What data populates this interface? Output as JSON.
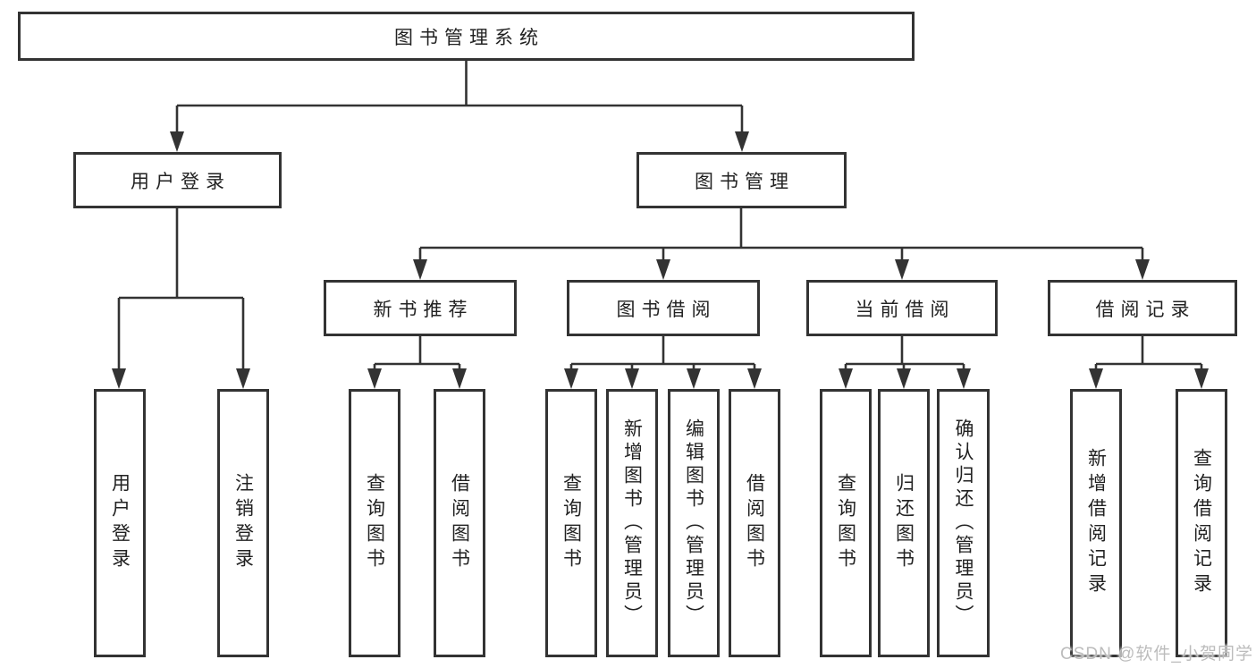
{
  "diagram_title": "图书管理系统",
  "tree": {
    "root": {
      "label": "图书管理系统",
      "children": [
        {
          "label": "用户登录",
          "children": [
            {
              "label": "用户登录"
            },
            {
              "label": "注销登录"
            }
          ]
        },
        {
          "label": "图书管理",
          "children": [
            {
              "label": "新书推荐",
              "children": [
                {
                  "label": "查询图书"
                },
                {
                  "label": "借阅图书"
                }
              ]
            },
            {
              "label": "图书借阅",
              "children": [
                {
                  "label": "查询图书"
                },
                {
                  "label": "新增图书（管理员）"
                },
                {
                  "label": "编辑图书（管理员）"
                },
                {
                  "label": "借阅图书"
                }
              ]
            },
            {
              "label": "当前借阅",
              "children": [
                {
                  "label": "查询图书"
                },
                {
                  "label": "归还图书"
                },
                {
                  "label": "确认归还（管理员）"
                }
              ]
            },
            {
              "label": "借阅记录",
              "children": [
                {
                  "label": "新增借阅记录"
                },
                {
                  "label": "查询借阅记录"
                }
              ]
            }
          ]
        }
      ]
    }
  },
  "watermark": {
    "text": "CSDN @软件_小贺同学"
  },
  "colors": {
    "line": "#333333",
    "box_border": "#333333",
    "text": "#222222",
    "watermark": "#bcbcbc",
    "background": "#ffffff"
  }
}
